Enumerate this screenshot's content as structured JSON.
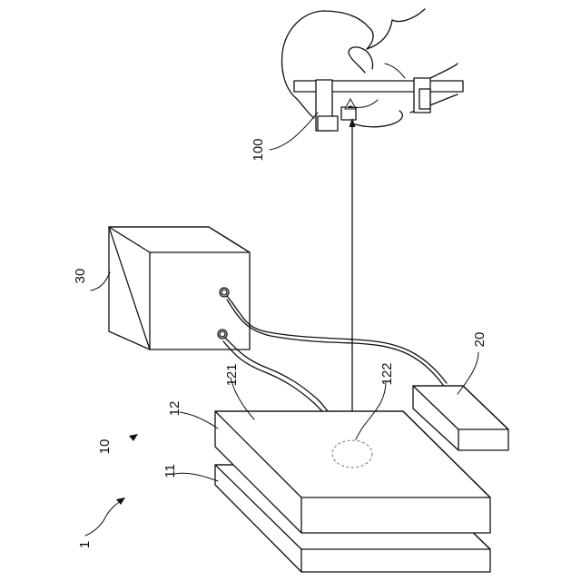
{
  "labels": {
    "system": "1",
    "base_unit": "10",
    "bottom_layer": "11",
    "top_layer": "12",
    "controller": "20",
    "processor": "30",
    "headset": "100",
    "surface": "121",
    "target_area": "122"
  }
}
